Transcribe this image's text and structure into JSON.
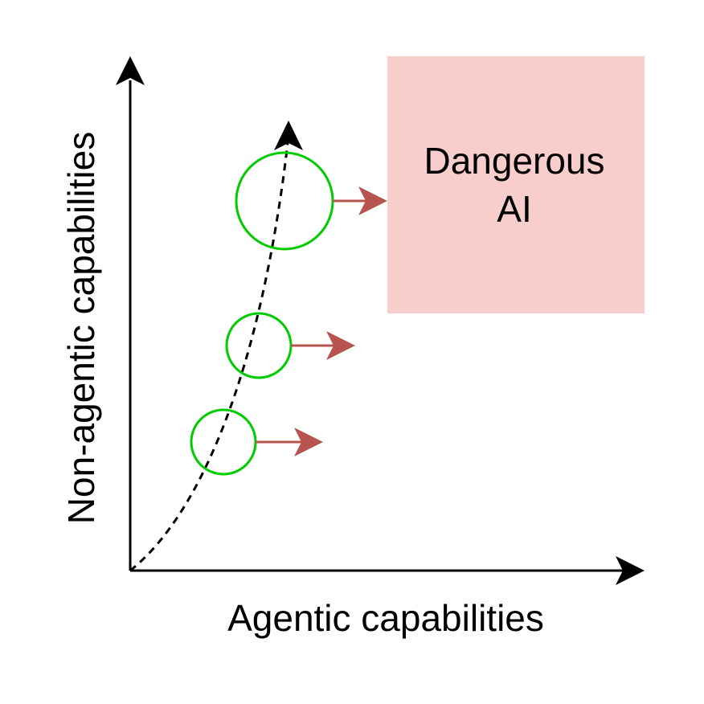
{
  "axes": {
    "x_label": "Agentic capabilities",
    "y_label": "Non-agentic capabilities"
  },
  "danger_box": {
    "line1": "Dangerous",
    "line2": "AI",
    "fill": "#f8cecc"
  },
  "colors": {
    "axis": "#000000",
    "circle": "#00cc00",
    "arrow": "#b85450"
  }
}
